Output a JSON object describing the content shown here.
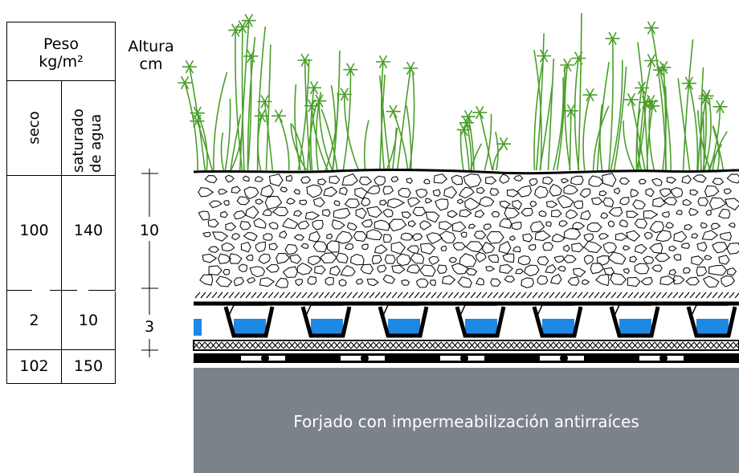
{
  "table": {
    "header": "Peso\nkg/m²",
    "col_dry": "seco",
    "col_wet": "saturado\nde agua",
    "rows": [
      {
        "dry": "100",
        "wet": "140"
      },
      {
        "dry": "2",
        "wet": "10"
      },
      {
        "dry": "102",
        "wet": "150"
      }
    ]
  },
  "height_scale": {
    "header": "Altura\ncm",
    "substrate": "10",
    "drainage": "3"
  },
  "slab_label": "Forjado con impermeabilización antirraíces",
  "colors": {
    "vegetation": "#4a9e2a",
    "water": "#1e88e5",
    "slab": "#7b8289",
    "line": "#000000"
  }
}
